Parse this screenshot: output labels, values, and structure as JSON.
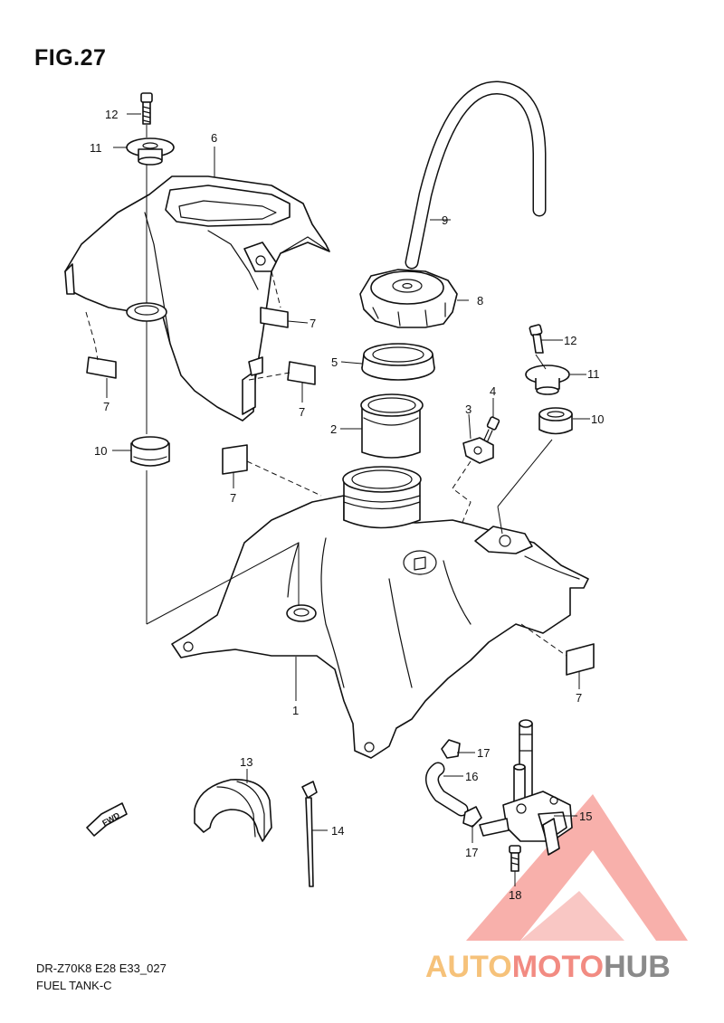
{
  "figure": {
    "title": "FIG.27",
    "model_code": "DR-Z70K8 E28 E33_027",
    "section_name": "FUEL TANK-C"
  },
  "callouts": [
    {
      "id": "c12a",
      "label": "12"
    },
    {
      "id": "c11a",
      "label": "11"
    },
    {
      "id": "c6",
      "label": "6"
    },
    {
      "id": "c9",
      "label": "9"
    },
    {
      "id": "c8",
      "label": "8"
    },
    {
      "id": "c7a",
      "label": "7"
    },
    {
      "id": "c12b",
      "label": "12"
    },
    {
      "id": "c5",
      "label": "5"
    },
    {
      "id": "c11b",
      "label": "11"
    },
    {
      "id": "c7b",
      "label": "7"
    },
    {
      "id": "c7c",
      "label": "7"
    },
    {
      "id": "c4",
      "label": "4"
    },
    {
      "id": "c3",
      "label": "3"
    },
    {
      "id": "c10b",
      "label": "10"
    },
    {
      "id": "c2",
      "label": "2"
    },
    {
      "id": "c10a",
      "label": "10"
    },
    {
      "id": "c7d",
      "label": "7"
    },
    {
      "id": "c1",
      "label": "1"
    },
    {
      "id": "c7e",
      "label": "7"
    },
    {
      "id": "c13",
      "label": "13"
    },
    {
      "id": "c17a",
      "label": "17"
    },
    {
      "id": "c16",
      "label": "16"
    },
    {
      "id": "c15",
      "label": "15"
    },
    {
      "id": "c14",
      "label": "14"
    },
    {
      "id": "c17b",
      "label": "17"
    },
    {
      "id": "c18",
      "label": "18"
    }
  ],
  "fwd_label": "FWD",
  "watermark": {
    "part1": "AUTO",
    "part2": "MOTO",
    "part3": "HUB",
    "color_light": "#f6c27a",
    "color_mid": "#f28b82",
    "color_dark": "#8a8a8a",
    "triangle_color": "#f7a39d"
  }
}
